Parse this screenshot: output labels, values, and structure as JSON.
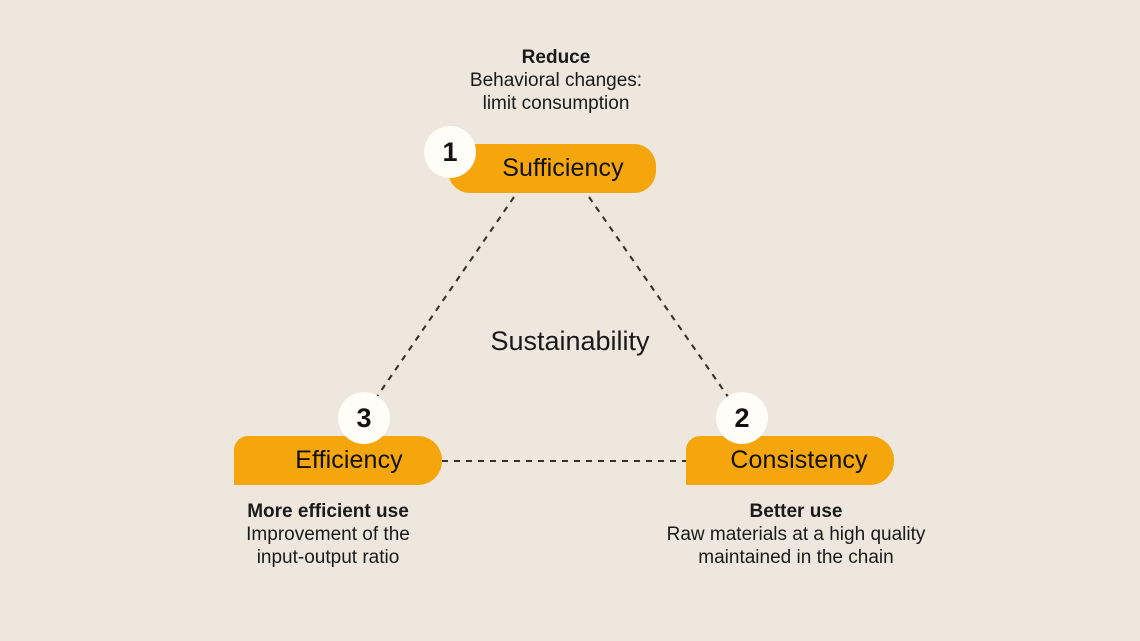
{
  "diagram": {
    "center_label": "Sustainability",
    "background_color": "#ede7de",
    "accent_color": "#f5a60c",
    "badge_color": "#fffdf8",
    "text_color": "#1a1a1a",
    "edge_color": "#3a332b"
  },
  "nodes": [
    {
      "number": "1",
      "label": "Sufficiency",
      "caption_head": "Reduce",
      "caption_line1": "Behavioral changes:",
      "caption_line2": "limit consumption"
    },
    {
      "number": "2",
      "label": "Consistency",
      "caption_head": "Better use",
      "caption_line1": "Raw materials at a high quality",
      "caption_line2": "maintained in the chain"
    },
    {
      "number": "3",
      "label": "Efficiency",
      "caption_head": "More efficient use",
      "caption_line1": "Improvement of the",
      "caption_line2": "input-output ratio"
    }
  ],
  "edges": [
    {
      "name": "sufficiency-to-efficiency",
      "style": "dashed"
    },
    {
      "name": "sufficiency-to-consistency",
      "style": "dashed"
    },
    {
      "name": "efficiency-to-consistency",
      "style": "dashed"
    }
  ]
}
